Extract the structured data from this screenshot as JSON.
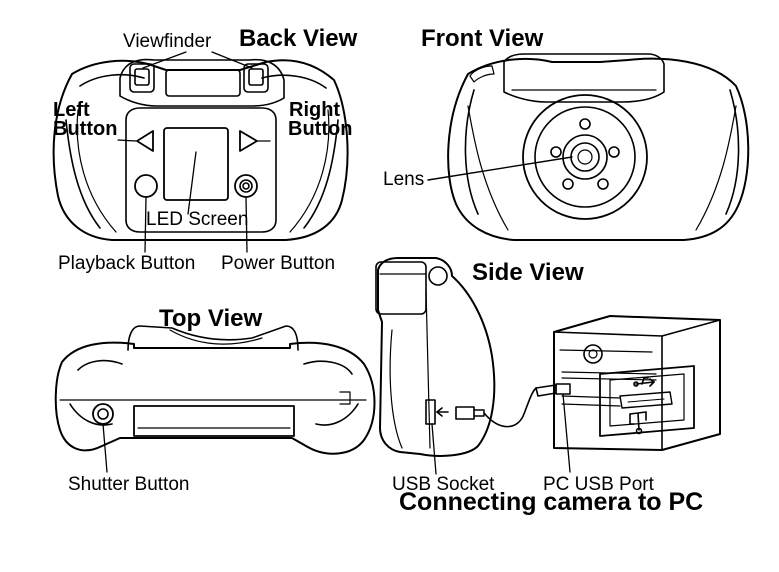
{
  "views": {
    "back": {
      "title": "Back View",
      "viewfinder": "Viewfinder",
      "left_button": [
        "Left",
        "Button"
      ],
      "right_button": [
        "Right",
        "Button"
      ],
      "led_screen": "LED Screen",
      "playback_button": "Playback Button",
      "power_button": "Power Button"
    },
    "front": {
      "title": "Front View",
      "lens": "Lens"
    },
    "top": {
      "title": "Top View",
      "shutter_button": "Shutter Button"
    },
    "side": {
      "title": "Side View",
      "usb_socket": "USB Socket"
    },
    "pc": {
      "usb_port": "PC USB Port"
    }
  },
  "caption": "Connecting camera to PC",
  "icons": [
    "usb-symbol-icon"
  ]
}
